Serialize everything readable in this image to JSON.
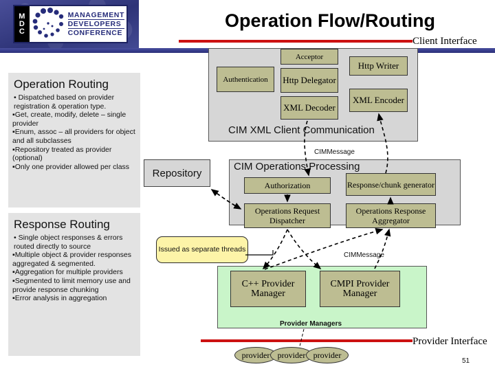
{
  "logo": {
    "vertical_mark": [
      "M",
      "D",
      "C"
    ],
    "lines": [
      "MANAGEMENT",
      "DEVELOPERS",
      "CONFERENCE"
    ]
  },
  "header": {
    "title": "Operation Flow/Routing"
  },
  "interfaces": {
    "client_label": "Client Interface",
    "provider_label": "Provider Interface",
    "rule_color": "#cc1111"
  },
  "sidebar": {
    "operation_routing": {
      "heading": "Operation Routing",
      "bullets": [
        "• Dispatched based on provider registration & operation type.",
        "▪Get, create, modify, delete – single provider",
        "▪Enum, assoc – all providers for object and all subclasses",
        "▪Repository treated as provider (optional)",
        "▪Only one provider allowed per class"
      ]
    },
    "response_routing": {
      "heading": "Response Routing",
      "bullets": [
        "• Single object responses & errors routed directly to source",
        "▪Multiple object & provider responses aggregated & segmented.",
        "▪Aggregation for multiple providers",
        "▪Segmented to limit memory use and provide response chunking",
        "▪Error analysis in aggregation"
      ]
    }
  },
  "diagram": {
    "cim_xml": {
      "label": "CIM XML Client Communication",
      "boxes": {
        "acceptor": "Acceptor",
        "authentication": "Authentication",
        "http_delegator": "Http Delegator",
        "http_writer": "Http Writer",
        "xml_decoder": "XML Decoder",
        "xml_encoder": "XML Encoder"
      }
    },
    "repository": "Repository",
    "cim_ops": {
      "label": "CIM Operations Processing",
      "boxes": {
        "authorization": "Authorization",
        "ops_request_dispatcher": "Operations Request Dispatcher",
        "response_chunk_generator": "Response/chunk generator",
        "ops_response_aggregator": "Operations Response Aggregator"
      }
    },
    "callout": "Issued as separate threads",
    "provider_managers": {
      "label": "Provider Managers",
      "boxes": {
        "cpp": "C++ Provider Manager",
        "cmpi": "CMPI Provider Manager"
      }
    },
    "providers": [
      "provider",
      "provider",
      "provider"
    ],
    "message_labels": {
      "top": "CIMMessage",
      "bottom": "CIMMessage"
    },
    "colors": {
      "component_box": "#bdbd92",
      "container": "#d6d6d6",
      "provider_manager_container": "#c9f5c9",
      "callout": "#fdf4a8"
    }
  },
  "footer": {
    "page_number": "51"
  }
}
